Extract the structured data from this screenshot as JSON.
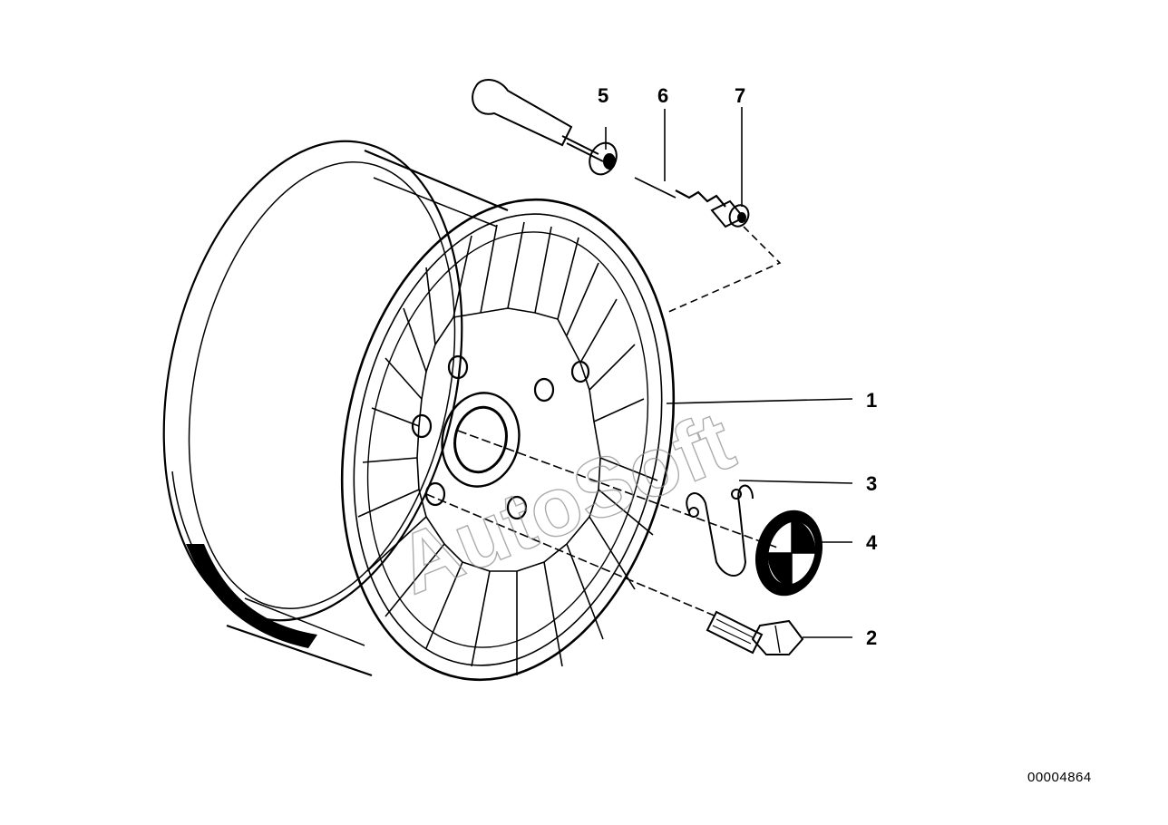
{
  "diagram": {
    "callouts": [
      {
        "id": "1",
        "label": "1"
      },
      {
        "id": "2",
        "label": "2"
      },
      {
        "id": "3",
        "label": "3"
      },
      {
        "id": "4",
        "label": "4"
      },
      {
        "id": "5",
        "label": "5"
      },
      {
        "id": "6",
        "label": "6"
      },
      {
        "id": "7",
        "label": "7"
      }
    ],
    "document_id": "00004864",
    "watermark": "AutoSoft"
  },
  "colors": {
    "line": "#000000",
    "background": "#ffffff",
    "watermark": "#8a8a8a"
  }
}
